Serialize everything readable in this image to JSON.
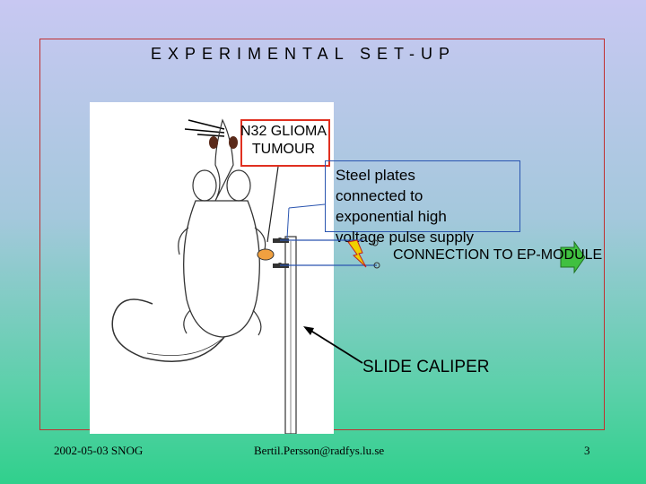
{
  "slide": {
    "title": "EXPERIMENTAL SET-UP",
    "labels": {
      "glioma": "N32 GLIOMA TUMOUR",
      "plates": [
        "Steel plates",
        "connected to",
        "exponential high",
        "voltage pulse supply"
      ],
      "connection": "CONNECTION TO EP-MODULE",
      "caliper": "SLIDE CALIPER"
    },
    "footer": {
      "date_event": "2002-05-03 SNOG",
      "email": "Bertil.Persson@radfys.lu.se",
      "page_number": "3"
    }
  },
  "colors": {
    "frame": "#c03030",
    "glioma_box": "#e03020",
    "plates_box": "#2a55b0",
    "arrow_green": "#40c040",
    "bolt_yellow": "#f0d000"
  }
}
